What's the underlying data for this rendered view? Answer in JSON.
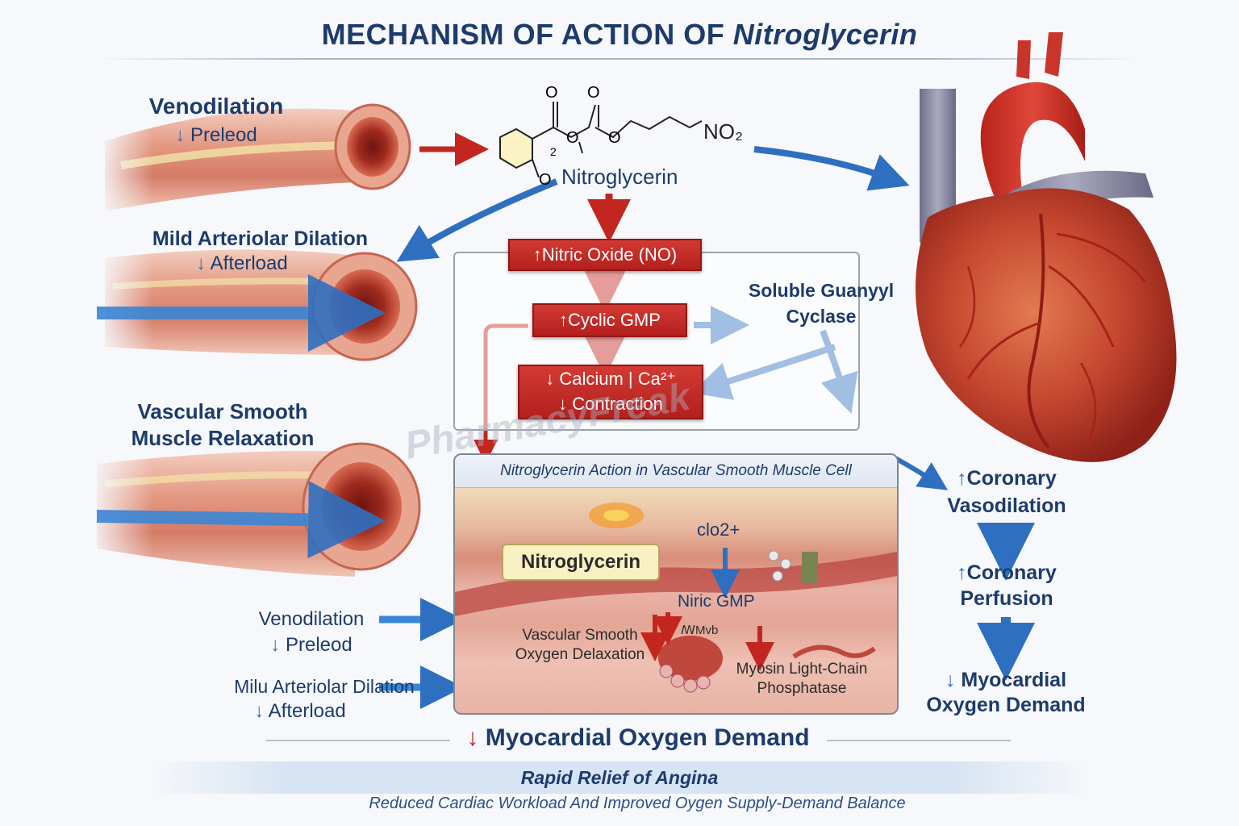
{
  "title": {
    "prefix": "MECHANISM OF ACTION OF ",
    "drug": "Nitroglycerin"
  },
  "left": {
    "veno": {
      "title": "Venodilation",
      "sub": "Preleod"
    },
    "arteriolar": {
      "title": "Mild Arteriolar Dilation",
      "sub": "Afterload"
    },
    "vsm": {
      "line1": "Vascular Smooth",
      "line2": "Muscle Relaxation"
    },
    "bottom_veno": {
      "title": "Venodilation",
      "sub": "Preleod"
    },
    "bottom_arteriolar": {
      "title": "Milu Arteriolar Dilation",
      "sub": "Afterload"
    }
  },
  "molecule": {
    "label": "Nitroglycerin",
    "no2": "NO₂",
    "atom_o": "O",
    "atom_2": "2"
  },
  "cascade": {
    "no": "Nitric Oxide (NO)",
    "cgmp": "Cyclic GMP",
    "calcium": "Calcium | Ca²⁺",
    "contraction": "Contraction"
  },
  "guanylyl": {
    "line1": "Soluble Guanyyl",
    "line2": "Cyclase"
  },
  "watermark": "PharmacyFreak",
  "cell": {
    "header": "Nitroglycerin Action in Vascular Smooth Muscle Cell",
    "ng_label": "Nitroglycerin",
    "ca_label": "clo2+",
    "gmp_label": "Niric GMP",
    "vsm_line1": "Vascular Smooth",
    "vsm_line2": "Oxygen Delaxation",
    "mlc_line1": "Myosin Light-Chain",
    "mlc_line2": "Phosphatase",
    "squiggle": "ꟿMvb"
  },
  "right": {
    "coronary_line1": "Coronary",
    "coronary_line2": "Vasodilation",
    "perfusion_line1": "Coronary",
    "perfusion_line2": "Perfusion",
    "demand_line1": "Myocardial",
    "demand_line2": "Oxygen Demand"
  },
  "arrows": {
    "up": "↑",
    "down": "↓"
  },
  "bottom": {
    "demand": "Myocardial Oxygen Demand",
    "relief": "Rapid Relief of Angina",
    "summary": "Reduced Cardiac Workload And Improved Oygen Supply-Demand Balance"
  },
  "colors": {
    "navy": "#1d3b6b",
    "red": "#c3261f",
    "blue_arrow": "#2f6fc0",
    "vessel": "#d97f6b"
  }
}
